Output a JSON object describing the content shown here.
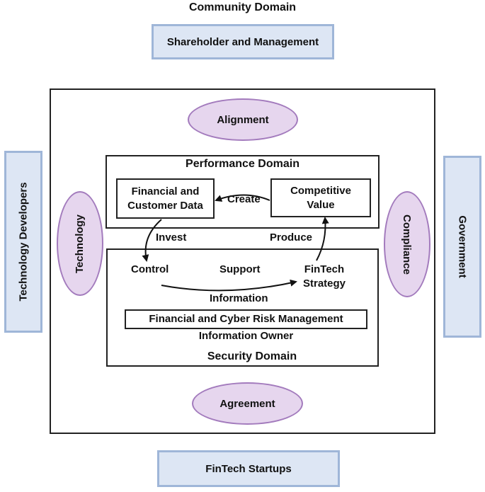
{
  "title": "Community Domain",
  "stakeholders": {
    "top": "Shareholder and Management",
    "bottom": "FinTech Startups",
    "left": "Technology Developers",
    "right": "Government"
  },
  "ovals": {
    "top": "Alignment",
    "bottom": "Agreement",
    "left": "Technology",
    "right": "Compliance"
  },
  "performance": {
    "title": "Performance Domain",
    "financial_data_line1": "Financial and",
    "financial_data_line2": "Customer Data",
    "competitive_line1": "Competitive",
    "competitive_line2": "Value",
    "create": "Create"
  },
  "flows": {
    "invest": "Invest",
    "produce": "Produce"
  },
  "security": {
    "title": "Security Domain",
    "control": "Control",
    "support": "Support",
    "information": "Information",
    "fintech_line1": "FinTech",
    "fintech_line2": "Strategy",
    "risk_management": "Financial and Cyber Risk Management",
    "info_owner": "Information Owner"
  },
  "colors": {
    "stakeholder_fill": "#dde6f4",
    "stakeholder_border": "#9fb6d8",
    "oval_fill": "#e6d6ee",
    "oval_border": "#a37bbd"
  }
}
